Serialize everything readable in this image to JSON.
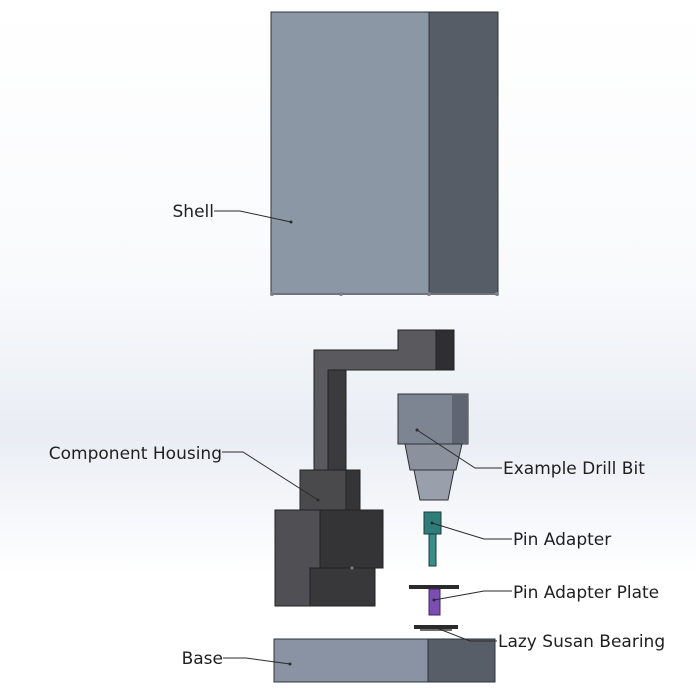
{
  "labels": {
    "shell": "Shell",
    "component_housing": "Component Housing",
    "example_drill_bit": "Example Drill Bit",
    "pin_adapter": "Pin Adapter",
    "pin_adapter_plate": "Pin Adapter Plate",
    "lazy_susan_bearing": "Lazy Susan Bearing",
    "base": "Base"
  },
  "colors": {
    "shell_front": "#8b97a5",
    "shell_side": "#565d66",
    "housing_dark": "#3a3a3c",
    "housing_mid": "#4d4d50",
    "housing_light": "#5c5c60",
    "drill_bit": "#7e8592",
    "pin_adapter": "#2e7d79",
    "plate": "#7b4fb1",
    "base_front": "#8993a4",
    "base_side": "#585e68",
    "leader": "#2a2a2a"
  }
}
